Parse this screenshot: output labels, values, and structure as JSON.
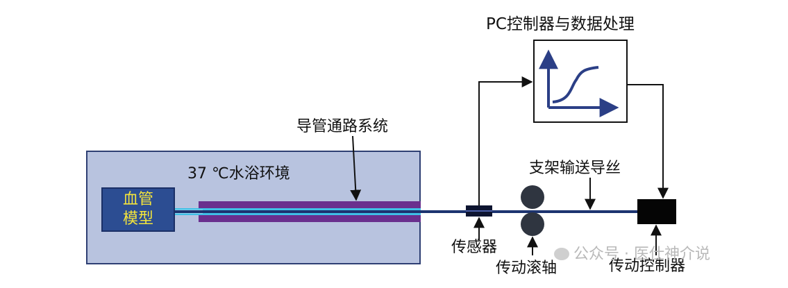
{
  "labels": {
    "pc": "PC控制器与数据处理",
    "catheter_system": "导管通路系统",
    "water_bath": "37 ℃水浴环境",
    "vessel_line1": "血管",
    "vessel_line2": "模型",
    "guidewire": "支架输送导丝",
    "sensor": "传感器",
    "rollers": "传动滚轴",
    "drive_controller": "传动控制器"
  },
  "watermark": "公众号 · 医仕神介说",
  "colors": {
    "bath_fill": "#b8c3df",
    "vessel_fill": "#2c4d92",
    "vessel_text": "#f4e43b",
    "catheter_outer": "#6a2f8e",
    "catheter_inner": "#3fc0e6",
    "wire": "#1d3470",
    "curve": "#2b3f86"
  }
}
